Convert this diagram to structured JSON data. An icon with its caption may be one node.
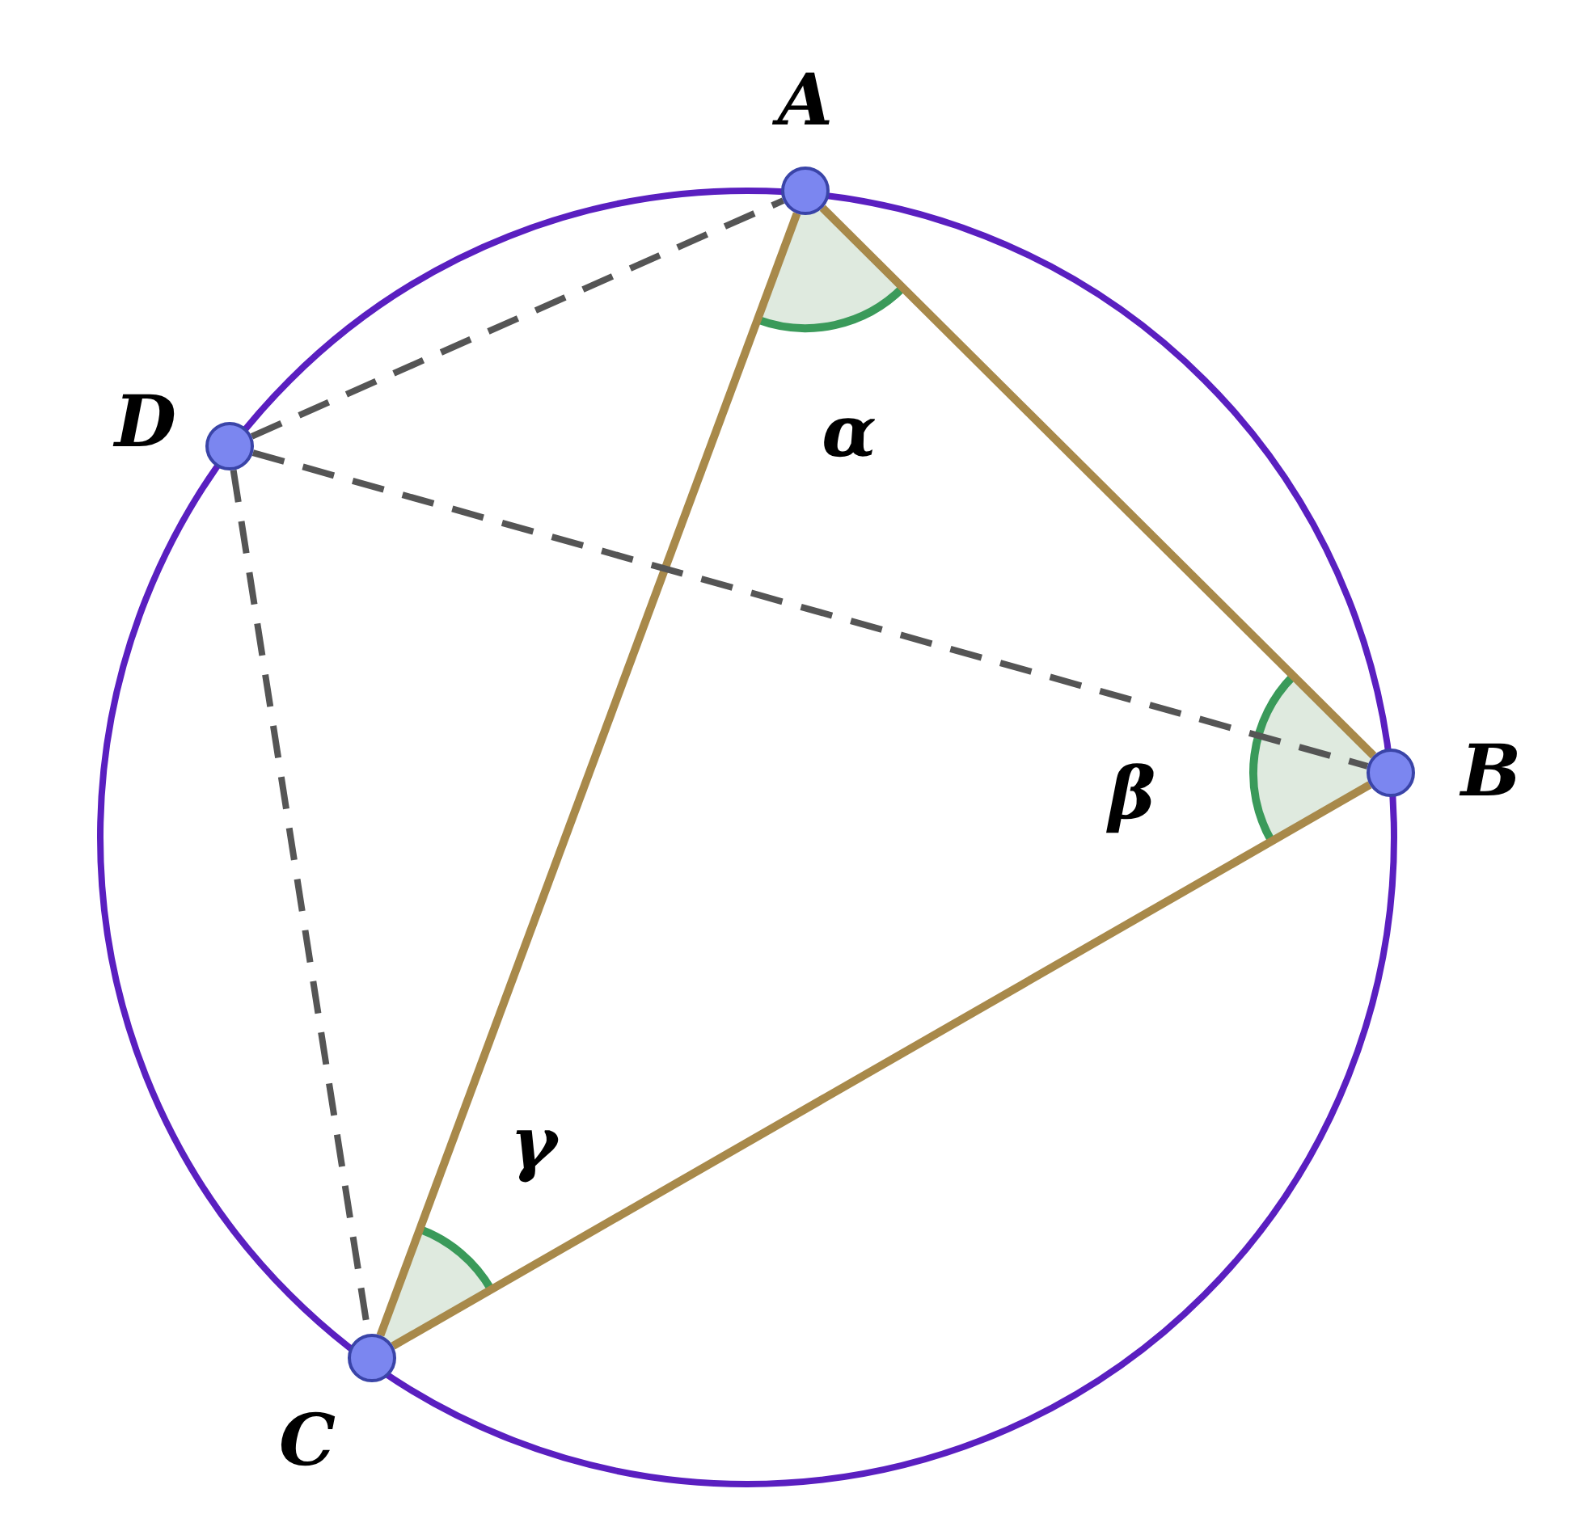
{
  "diagram": {
    "nodes": [
      {
        "text": [
          "A"
        ]
      },
      {
        "text": [
          "B"
        ]
      },
      {
        "text": [
          "C"
        ]
      },
      {
        "text": [
          "D"
        ]
      }
    ],
    "edges": [
      {
        "from": 0,
        "to": 1,
        "arrow": "none"
      },
      {
        "from": 1,
        "to": 2,
        "arrow": "none"
      },
      {
        "from": 2,
        "to": 0,
        "arrow": "none"
      },
      {
        "from": 3,
        "to": 0,
        "arrow": "none",
        "style": "dashed",
        "color": "#555555"
      },
      {
        "from": 3,
        "to": 1,
        "arrow": "none",
        "style": "dashed",
        "color": "#555555"
      },
      {
        "from": 3,
        "to": 2,
        "arrow": "none",
        "style": "dashed",
        "color": "#555555"
      }
    ],
    "labels": [
      "α",
      "β",
      "γ"
    ]
  }
}
